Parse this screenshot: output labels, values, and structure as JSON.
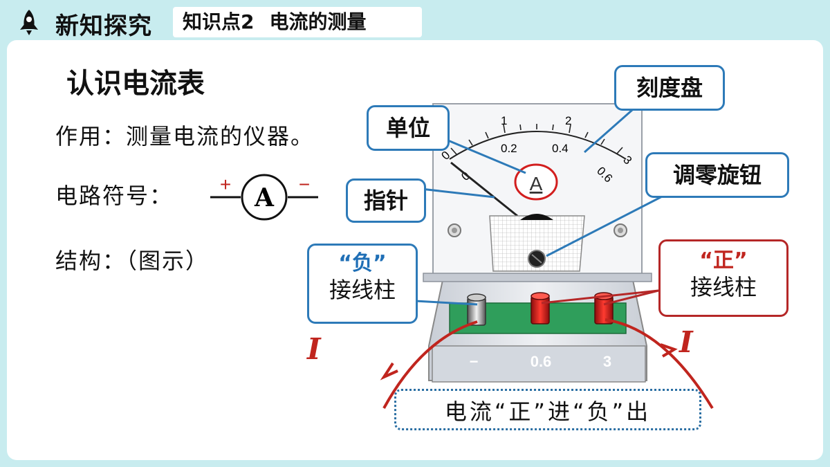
{
  "header": {
    "title": "新知探究",
    "tag_prefix": "知识点2",
    "tag_text": "电流的测量"
  },
  "main": {
    "title": "认识电流表",
    "purpose_label": "作用：",
    "purpose_text": "测量电流的仪器。",
    "symbol_label": "电路符号：",
    "symbol_plus": "+",
    "symbol_letter": "A",
    "symbol_minus": "−",
    "structure_label": "结构：（图示）"
  },
  "diagram": {
    "callout_scale": "刻度盘",
    "callout_unit": "单位",
    "callout_pointer": "指针",
    "callout_zero": "调零旋钮",
    "callout_neg_quote": "“负”",
    "callout_neg_text": "接线柱",
    "callout_pos_quote": "“正”",
    "callout_pos_text": "接线柱",
    "meter_unit": "A",
    "scale_top": [
      "0",
      "1",
      "2",
      "3"
    ],
    "scale_bottom": [
      "0",
      "0.2",
      "0.4",
      "0.6"
    ],
    "terminal_labels": [
      "−",
      "0.6",
      "3"
    ],
    "current_symbol_left": "I",
    "current_symbol_right": "I",
    "bottom_note": "电流“正”进“负”出"
  },
  "colors": {
    "background": "#c8ecef",
    "callout_blue": "#2d7ab8",
    "callout_red": "#b52727",
    "current_red": "#c0251e"
  }
}
